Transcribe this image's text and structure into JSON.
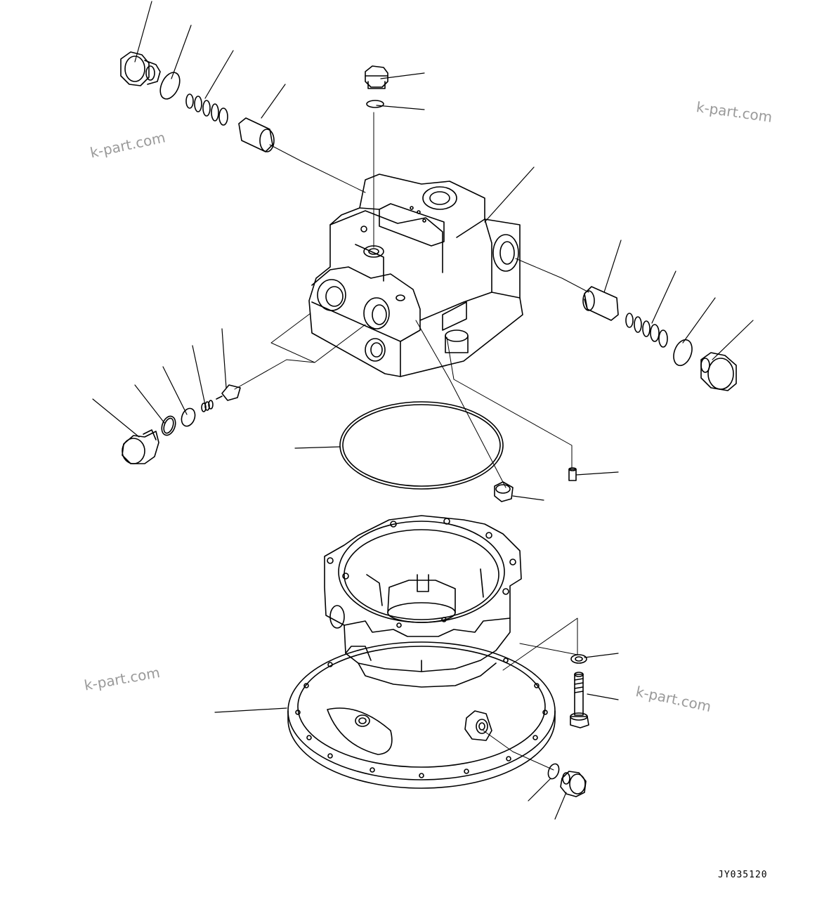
{
  "watermarks": [
    "k-part.com",
    "k-part.com",
    "k-part.com",
    "k-part.com"
  ],
  "drawing_code": "JY035120",
  "colors": {
    "line": "#000000",
    "watermark": "#9a9a9a",
    "background": "#ffffff"
  }
}
